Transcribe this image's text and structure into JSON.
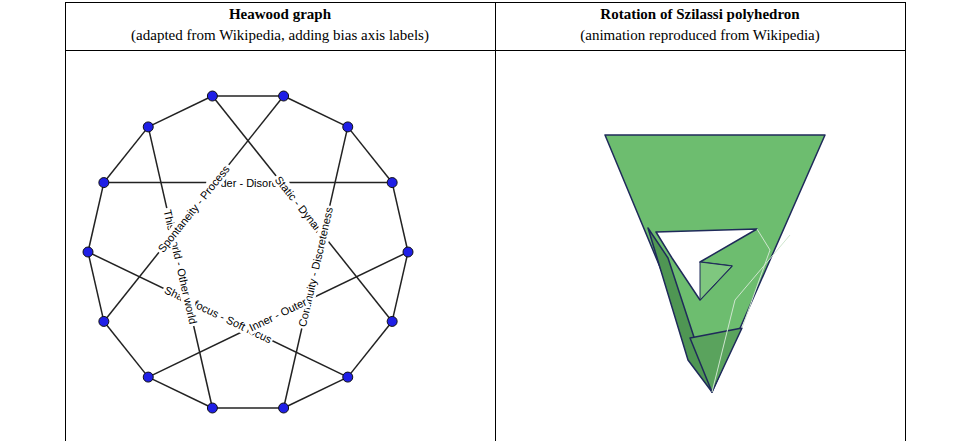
{
  "diagram": {
    "labels": [
      "Heawood graph",
      "(adapted from Wikipedia, adding bias axis labels)",
      "Rotation of Szilassi polyhedron",
      "(animation reproduced from Wikipedia)",
      "Order - Disorder",
      "Static - Dynamic",
      "Continuity - Discreteness",
      "Sharp focus - Soft focus",
      "This world - Other world",
      "Spontaneity - Process",
      "Inner - Outer"
    ]
  }
}
